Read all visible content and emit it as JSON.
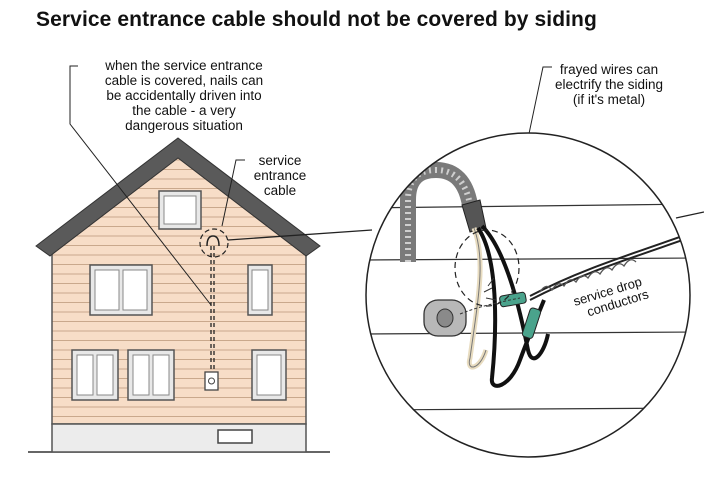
{
  "title": "Service entrance cable should not be covered by siding",
  "callouts": {
    "nails": {
      "lines": [
        "when the service entrance",
        "cable is covered, nails can",
        "be accidentally driven into",
        "the cable - a very",
        "dangerous situation"
      ]
    },
    "cable": {
      "lines": [
        "service",
        "entrance",
        "cable"
      ]
    },
    "frayed": {
      "lines": [
        "frayed wires can",
        "electrify the siding",
        "(if it's metal)"
      ]
    },
    "drop": {
      "lines": [
        "service drop",
        "conductors"
      ]
    }
  },
  "colors": {
    "siding": "#f7ddc7",
    "roof": "#5a5a5a",
    "foundation": "#ececec",
    "insulator": "#b8b8b8",
    "tape": "#4aa38c",
    "neutral_wire": "#e8dcc0"
  }
}
